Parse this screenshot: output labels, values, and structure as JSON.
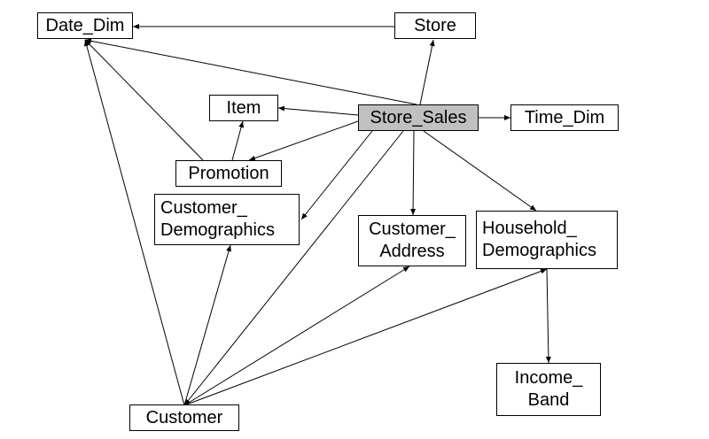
{
  "diagram": {
    "nodes": [
      {
        "id": "date_dim",
        "lines": [
          "Date_Dim"
        ],
        "highlight": false
      },
      {
        "id": "store",
        "lines": [
          "Store"
        ],
        "highlight": false
      },
      {
        "id": "item",
        "lines": [
          "Item"
        ],
        "highlight": false
      },
      {
        "id": "store_sales",
        "lines": [
          "Store_Sales"
        ],
        "highlight": true
      },
      {
        "id": "time_dim",
        "lines": [
          "Time_Dim"
        ],
        "highlight": false
      },
      {
        "id": "promotion",
        "lines": [
          "Promotion"
        ],
        "highlight": false
      },
      {
        "id": "customer_demographics",
        "lines": [
          "Customer_",
          "Demographics"
        ],
        "highlight": false
      },
      {
        "id": "customer_address",
        "lines": [
          "Customer_",
          "Address"
        ],
        "highlight": false
      },
      {
        "id": "household_demographics",
        "lines": [
          "Household_",
          "Demographics"
        ],
        "highlight": false
      },
      {
        "id": "income_band",
        "lines": [
          "Income_",
          "Band"
        ],
        "highlight": false
      },
      {
        "id": "customer",
        "lines": [
          "Customer"
        ],
        "highlight": false
      }
    ],
    "edges": [
      {
        "from": "store",
        "to": "date_dim"
      },
      {
        "from": "store_sales",
        "to": "date_dim"
      },
      {
        "from": "store_sales",
        "to": "store"
      },
      {
        "from": "store_sales",
        "to": "item"
      },
      {
        "from": "store_sales",
        "to": "time_dim"
      },
      {
        "from": "store_sales",
        "to": "promotion"
      },
      {
        "from": "store_sales",
        "to": "customer_demographics"
      },
      {
        "from": "store_sales",
        "to": "customer_address"
      },
      {
        "from": "store_sales",
        "to": "household_demographics"
      },
      {
        "from": "store_sales",
        "to": "customer"
      },
      {
        "from": "promotion",
        "to": "date_dim"
      },
      {
        "from": "promotion",
        "to": "item"
      },
      {
        "from": "customer",
        "to": "date_dim"
      },
      {
        "from": "customer",
        "to": "customer_demographics"
      },
      {
        "from": "customer",
        "to": "customer_address"
      },
      {
        "from": "customer",
        "to": "household_demographics"
      },
      {
        "from": "household_demographics",
        "to": "income_band"
      }
    ],
    "colors": {
      "hub_fill": "#c0c0c0",
      "node_fill": "#ffffff",
      "stroke": "#000000"
    }
  }
}
